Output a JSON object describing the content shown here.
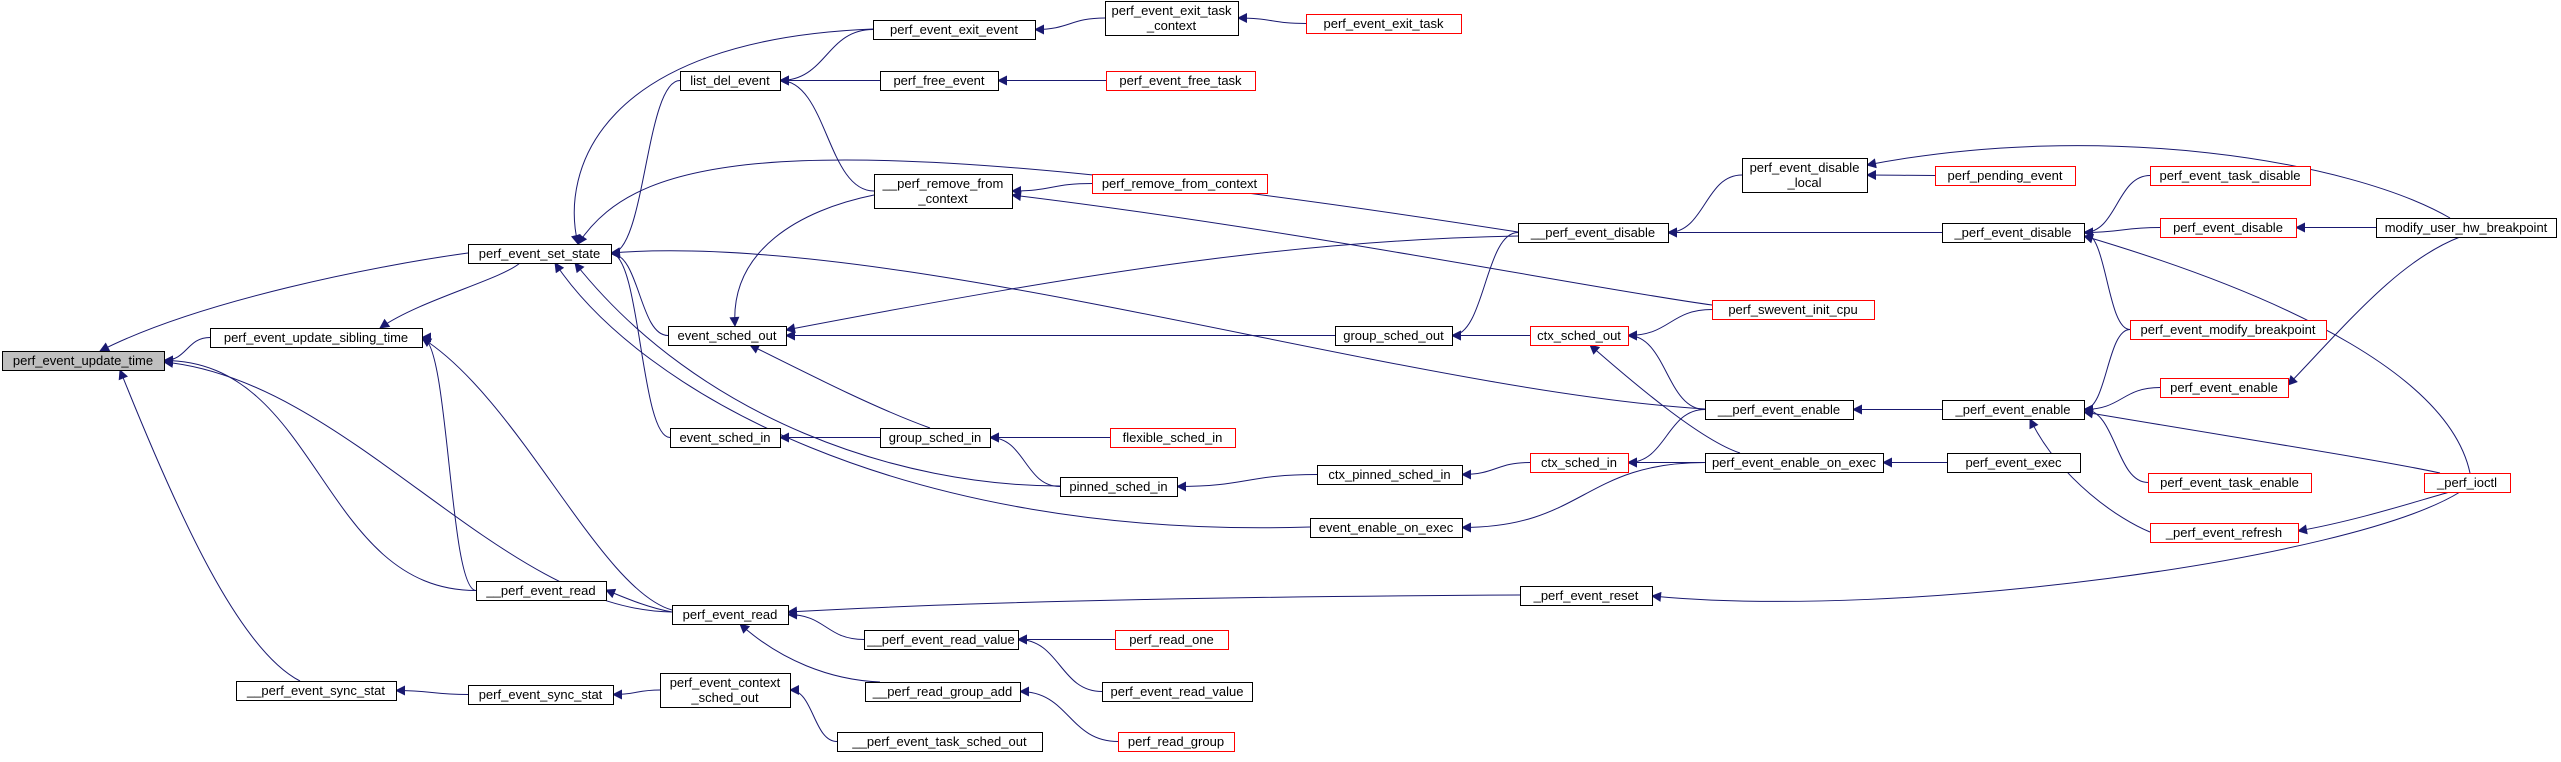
{
  "graph": {
    "colors": {
      "edge": "#191970",
      "box_border": "#000000",
      "box_border_external": "#ff0000",
      "root_fill": "#bfbfbf",
      "node_fill": "#ffffff",
      "text": "#000000"
    },
    "root": "perf_event_update_time",
    "nodes": [
      {
        "id": "n_update_time",
        "lines": [
          "perf_event_update_time"
        ],
        "style": "root"
      },
      {
        "id": "n_set_state",
        "lines": [
          "perf_event_set_state"
        ],
        "style": "normal"
      },
      {
        "id": "n_update_sibling",
        "lines": [
          "perf_event_update_sibling_time"
        ],
        "style": "normal"
      },
      {
        "id": "n_sync_stat_dunder",
        "lines": [
          "__perf_event_sync_stat"
        ],
        "style": "normal"
      },
      {
        "id": "n_list_del",
        "lines": [
          "list_del_event"
        ],
        "style": "normal"
      },
      {
        "id": "n_exit_event",
        "lines": [
          "perf_event_exit_event"
        ],
        "style": "normal"
      },
      {
        "id": "n_exit_task_ctx",
        "lines": [
          "perf_event_exit_task",
          "_context"
        ],
        "style": "normal"
      },
      {
        "id": "n_exit_task",
        "lines": [
          "perf_event_exit_task"
        ],
        "style": "external"
      },
      {
        "id": "n_free_event",
        "lines": [
          "perf_free_event"
        ],
        "style": "normal"
      },
      {
        "id": "n_free_task",
        "lines": [
          "perf_event_free_task"
        ],
        "style": "external"
      },
      {
        "id": "n_remove_ctx_dunder",
        "lines": [
          "__perf_remove_from",
          "_context"
        ],
        "style": "normal"
      },
      {
        "id": "n_remove_ctx",
        "lines": [
          "perf_remove_from_context"
        ],
        "style": "external"
      },
      {
        "id": "n_sched_out",
        "lines": [
          "event_sched_out"
        ],
        "style": "normal"
      },
      {
        "id": "n_sched_in",
        "lines": [
          "event_sched_in"
        ],
        "style": "normal"
      },
      {
        "id": "n_group_sched_in",
        "lines": [
          "group_sched_in"
        ],
        "style": "normal"
      },
      {
        "id": "n_flexible_sched_in",
        "lines": [
          "flexible_sched_in"
        ],
        "style": "external"
      },
      {
        "id": "n_pinned_sched_in",
        "lines": [
          "pinned_sched_in"
        ],
        "style": "normal"
      },
      {
        "id": "n_ctx_pinned_sched_in",
        "lines": [
          "ctx_pinned_sched_in"
        ],
        "style": "normal"
      },
      {
        "id": "n_group_sched_out",
        "lines": [
          "group_sched_out"
        ],
        "style": "normal"
      },
      {
        "id": "n_ctx_sched_out",
        "lines": [
          "ctx_sched_out"
        ],
        "style": "external"
      },
      {
        "id": "n_ctx_sched_in",
        "lines": [
          "ctx_sched_in"
        ],
        "style": "external"
      },
      {
        "id": "n_swevent_init_cpu",
        "lines": [
          "perf_swevent_init_cpu"
        ],
        "style": "external"
      },
      {
        "id": "n_disable_dunder",
        "lines": [
          "__perf_event_disable"
        ],
        "style": "normal"
      },
      {
        "id": "n_disable_local",
        "lines": [
          "perf_event_disable",
          "_local"
        ],
        "style": "normal"
      },
      {
        "id": "n_pending_event",
        "lines": [
          "perf_pending_event"
        ],
        "style": "external"
      },
      {
        "id": "n_disable_u",
        "lines": [
          "_perf_event_disable"
        ],
        "style": "normal"
      },
      {
        "id": "n_task_disable",
        "lines": [
          "perf_event_task_disable"
        ],
        "style": "external"
      },
      {
        "id": "n_event_disable",
        "lines": [
          "perf_event_disable"
        ],
        "style": "external"
      },
      {
        "id": "n_modify_user_hw",
        "lines": [
          "modify_user_hw_breakpoint"
        ],
        "style": "normal"
      },
      {
        "id": "n_modify_breakpoint",
        "lines": [
          "perf_event_modify_breakpoint"
        ],
        "style": "external"
      },
      {
        "id": "n_enable_dunder",
        "lines": [
          "__perf_event_enable"
        ],
        "style": "normal"
      },
      {
        "id": "n_enable_u",
        "lines": [
          "_perf_event_enable"
        ],
        "style": "normal"
      },
      {
        "id": "n_event_enable",
        "lines": [
          "perf_event_enable"
        ],
        "style": "external"
      },
      {
        "id": "n_ioctl",
        "lines": [
          "_perf_ioctl"
        ],
        "style": "external"
      },
      {
        "id": "n_task_enable",
        "lines": [
          "perf_event_task_enable"
        ],
        "style": "external"
      },
      {
        "id": "n_refresh",
        "lines": [
          "_perf_event_refresh"
        ],
        "style": "external"
      },
      {
        "id": "n_enable_on_exec_pe",
        "lines": [
          "perf_event_enable_on_exec"
        ],
        "style": "normal"
      },
      {
        "id": "n_event_exec",
        "lines": [
          "perf_event_exec"
        ],
        "style": "normal"
      },
      {
        "id": "n_event_enable_on_exec",
        "lines": [
          "event_enable_on_exec"
        ],
        "style": "normal"
      },
      {
        "id": "n_read_dunder",
        "lines": [
          "__perf_event_read"
        ],
        "style": "normal"
      },
      {
        "id": "n_event_read",
        "lines": [
          "perf_event_read"
        ],
        "style": "normal"
      },
      {
        "id": "n_reset",
        "lines": [
          "_perf_event_reset"
        ],
        "style": "normal"
      },
      {
        "id": "n_read_value_dunder",
        "lines": [
          "__perf_event_read_value"
        ],
        "style": "normal"
      },
      {
        "id": "n_read_one",
        "lines": [
          "perf_read_one"
        ],
        "style": "external"
      },
      {
        "id": "n_read_value",
        "lines": [
          "perf_event_read_value"
        ],
        "style": "normal"
      },
      {
        "id": "n_read_group_add",
        "lines": [
          "__perf_read_group_add"
        ],
        "style": "normal"
      },
      {
        "id": "n_read_group",
        "lines": [
          "perf_read_group"
        ],
        "style": "external"
      },
      {
        "id": "n_sync_stat",
        "lines": [
          "perf_event_sync_stat"
        ],
        "style": "normal"
      },
      {
        "id": "n_ctx_sched_out_pe",
        "lines": [
          "perf_event_context",
          "_sched_out"
        ],
        "style": "normal"
      },
      {
        "id": "n_task_sched_out",
        "lines": [
          "__perf_event_task_sched_out"
        ],
        "style": "normal"
      }
    ],
    "edges": [
      [
        "n_update_time",
        "n_set_state"
      ],
      [
        "n_update_time",
        "n_update_sibling"
      ],
      [
        "n_update_time",
        "n_read_dunder"
      ],
      [
        "n_update_time",
        "n_event_read"
      ],
      [
        "n_update_time",
        "n_sync_stat_dunder"
      ],
      [
        "n_set_state",
        "n_list_del"
      ],
      [
        "n_set_state",
        "n_exit_event"
      ],
      [
        "n_set_state",
        "n_disable_dunder"
      ],
      [
        "n_set_state",
        "n_sched_out"
      ],
      [
        "n_set_state",
        "n_enable_dunder"
      ],
      [
        "n_set_state",
        "n_sched_in"
      ],
      [
        "n_set_state",
        "n_pinned_sched_in"
      ],
      [
        "n_set_state",
        "n_event_enable_on_exec"
      ],
      [
        "n_update_sibling",
        "n_set_state"
      ],
      [
        "n_update_sibling",
        "n_read_dunder"
      ],
      [
        "n_update_sibling",
        "n_event_read"
      ],
      [
        "n_list_del",
        "n_exit_event"
      ],
      [
        "n_list_del",
        "n_free_event"
      ],
      [
        "n_list_del",
        "n_remove_ctx_dunder"
      ],
      [
        "n_exit_event",
        "n_exit_task_ctx"
      ],
      [
        "n_exit_task_ctx",
        "n_exit_task"
      ],
      [
        "n_free_event",
        "n_free_task"
      ],
      [
        "n_remove_ctx_dunder",
        "n_remove_ctx"
      ],
      [
        "n_remove_ctx_dunder",
        "n_swevent_init_cpu"
      ],
      [
        "n_sched_out",
        "n_remove_ctx_dunder"
      ],
      [
        "n_sched_out",
        "n_disable_dunder"
      ],
      [
        "n_sched_out",
        "n_group_sched_out"
      ],
      [
        "n_sched_out",
        "n_group_sched_in"
      ],
      [
        "n_sched_in",
        "n_group_sched_in"
      ],
      [
        "n_group_sched_in",
        "n_flexible_sched_in"
      ],
      [
        "n_group_sched_in",
        "n_pinned_sched_in"
      ],
      [
        "n_pinned_sched_in",
        "n_ctx_pinned_sched_in"
      ],
      [
        "n_ctx_pinned_sched_in",
        "n_ctx_sched_in"
      ],
      [
        "n_group_sched_out",
        "n_disable_dunder"
      ],
      [
        "n_group_sched_out",
        "n_ctx_sched_out"
      ],
      [
        "n_ctx_sched_out",
        "n_swevent_init_cpu"
      ],
      [
        "n_ctx_sched_out",
        "n_enable_dunder"
      ],
      [
        "n_ctx_sched_out",
        "n_enable_on_exec_pe"
      ],
      [
        "n_ctx_sched_in",
        "n_enable_dunder"
      ],
      [
        "n_ctx_sched_in",
        "n_enable_on_exec_pe"
      ],
      [
        "n_disable_dunder",
        "n_disable_local"
      ],
      [
        "n_disable_dunder",
        "n_disable_u"
      ],
      [
        "n_disable_local",
        "n_pending_event"
      ],
      [
        "n_disable_local",
        "n_modify_user_hw"
      ],
      [
        "n_disable_u",
        "n_task_disable"
      ],
      [
        "n_disable_u",
        "n_event_disable"
      ],
      [
        "n_disable_u",
        "n_modify_breakpoint"
      ],
      [
        "n_disable_u",
        "n_ioctl"
      ],
      [
        "n_event_disable",
        "n_modify_user_hw"
      ],
      [
        "n_enable_dunder",
        "n_enable_u"
      ],
      [
        "n_enable_u",
        "n_event_enable"
      ],
      [
        "n_enable_u",
        "n_modify_breakpoint"
      ],
      [
        "n_enable_u",
        "n_ioctl"
      ],
      [
        "n_enable_u",
        "n_task_enable"
      ],
      [
        "n_enable_u",
        "n_refresh"
      ],
      [
        "n_event_enable",
        "n_modify_user_hw"
      ],
      [
        "n_refresh",
        "n_ioctl"
      ],
      [
        "n_enable_on_exec_pe",
        "n_event_exec"
      ],
      [
        "n_event_enable_on_exec",
        "n_enable_on_exec_pe"
      ],
      [
        "n_read_dunder",
        "n_event_read"
      ],
      [
        "n_event_read",
        "n_reset"
      ],
      [
        "n_event_read",
        "n_read_value_dunder"
      ],
      [
        "n_event_read",
        "n_read_group_add"
      ],
      [
        "n_reset",
        "n_ioctl"
      ],
      [
        "n_read_value_dunder",
        "n_read_one"
      ],
      [
        "n_read_value_dunder",
        "n_read_value"
      ],
      [
        "n_read_group_add",
        "n_read_group"
      ],
      [
        "n_sync_stat_dunder",
        "n_sync_stat"
      ],
      [
        "n_sync_stat",
        "n_ctx_sched_out_pe"
      ],
      [
        "n_ctx_sched_out_pe",
        "n_task_sched_out"
      ]
    ]
  }
}
